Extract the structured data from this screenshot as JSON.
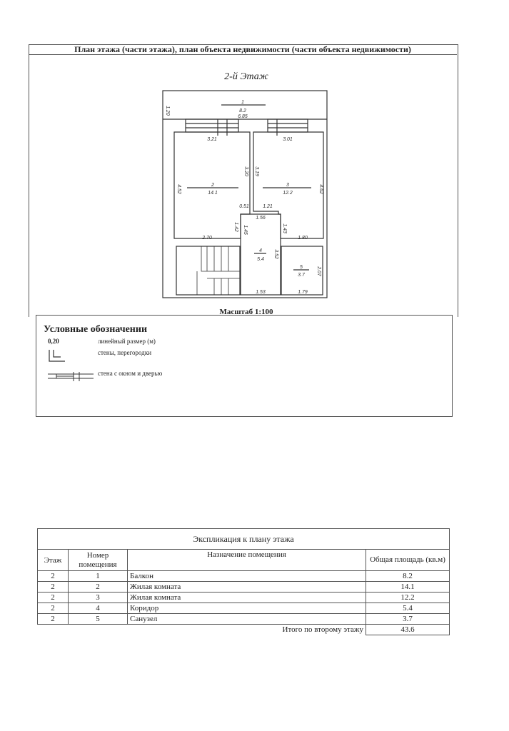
{
  "header": {
    "title": "План этажа (части этажа), план объекта недвижимости (части объекта недвижимости)",
    "floor_label": "2-й Этаж",
    "scale": "Масштаб 1:100"
  },
  "plan": {
    "rooms": [
      {
        "num": "1",
        "area": "8.2"
      },
      {
        "num": "2",
        "area": "14.1"
      },
      {
        "num": "3",
        "area": "12.2"
      },
      {
        "num": "4",
        "area": "5.4"
      },
      {
        "num": "5",
        "area": "3.7"
      }
    ],
    "dims": [
      "1.20",
      "6.85",
      "3.21",
      "3.01",
      "3.20",
      "3.19",
      "4.52",
      "4.62",
      "0.51",
      "1.21",
      "1.56",
      "1.42",
      "1.45",
      "1.43",
      "2.70",
      "1.80",
      "3.52",
      "2.07",
      "1.53",
      "1.79"
    ]
  },
  "legend": {
    "title": "Условные обозначении",
    "items": [
      {
        "symbol": "0,20",
        "label": "линейный размер (м)"
      },
      {
        "label": "стены, перегородки"
      },
      {
        "label": "стена с окном и дверью"
      }
    ]
  },
  "table": {
    "title": "Экспликация к плану этажа",
    "headers": [
      "Этаж",
      "Номер помещения",
      "Назначение помещения",
      "Общая площадь (кв.м)"
    ],
    "rows": [
      [
        "2",
        "1",
        "Балкон",
        "8.2"
      ],
      [
        "2",
        "2",
        "Жилая комната",
        "14.1"
      ],
      [
        "2",
        "3",
        "Жилая комната",
        "12.2"
      ],
      [
        "2",
        "4",
        "Коридор",
        "5.4"
      ],
      [
        "2",
        "5",
        "Санузел",
        "3.7"
      ]
    ],
    "total_label": "Итого по второму этажу",
    "total": "43.6"
  }
}
